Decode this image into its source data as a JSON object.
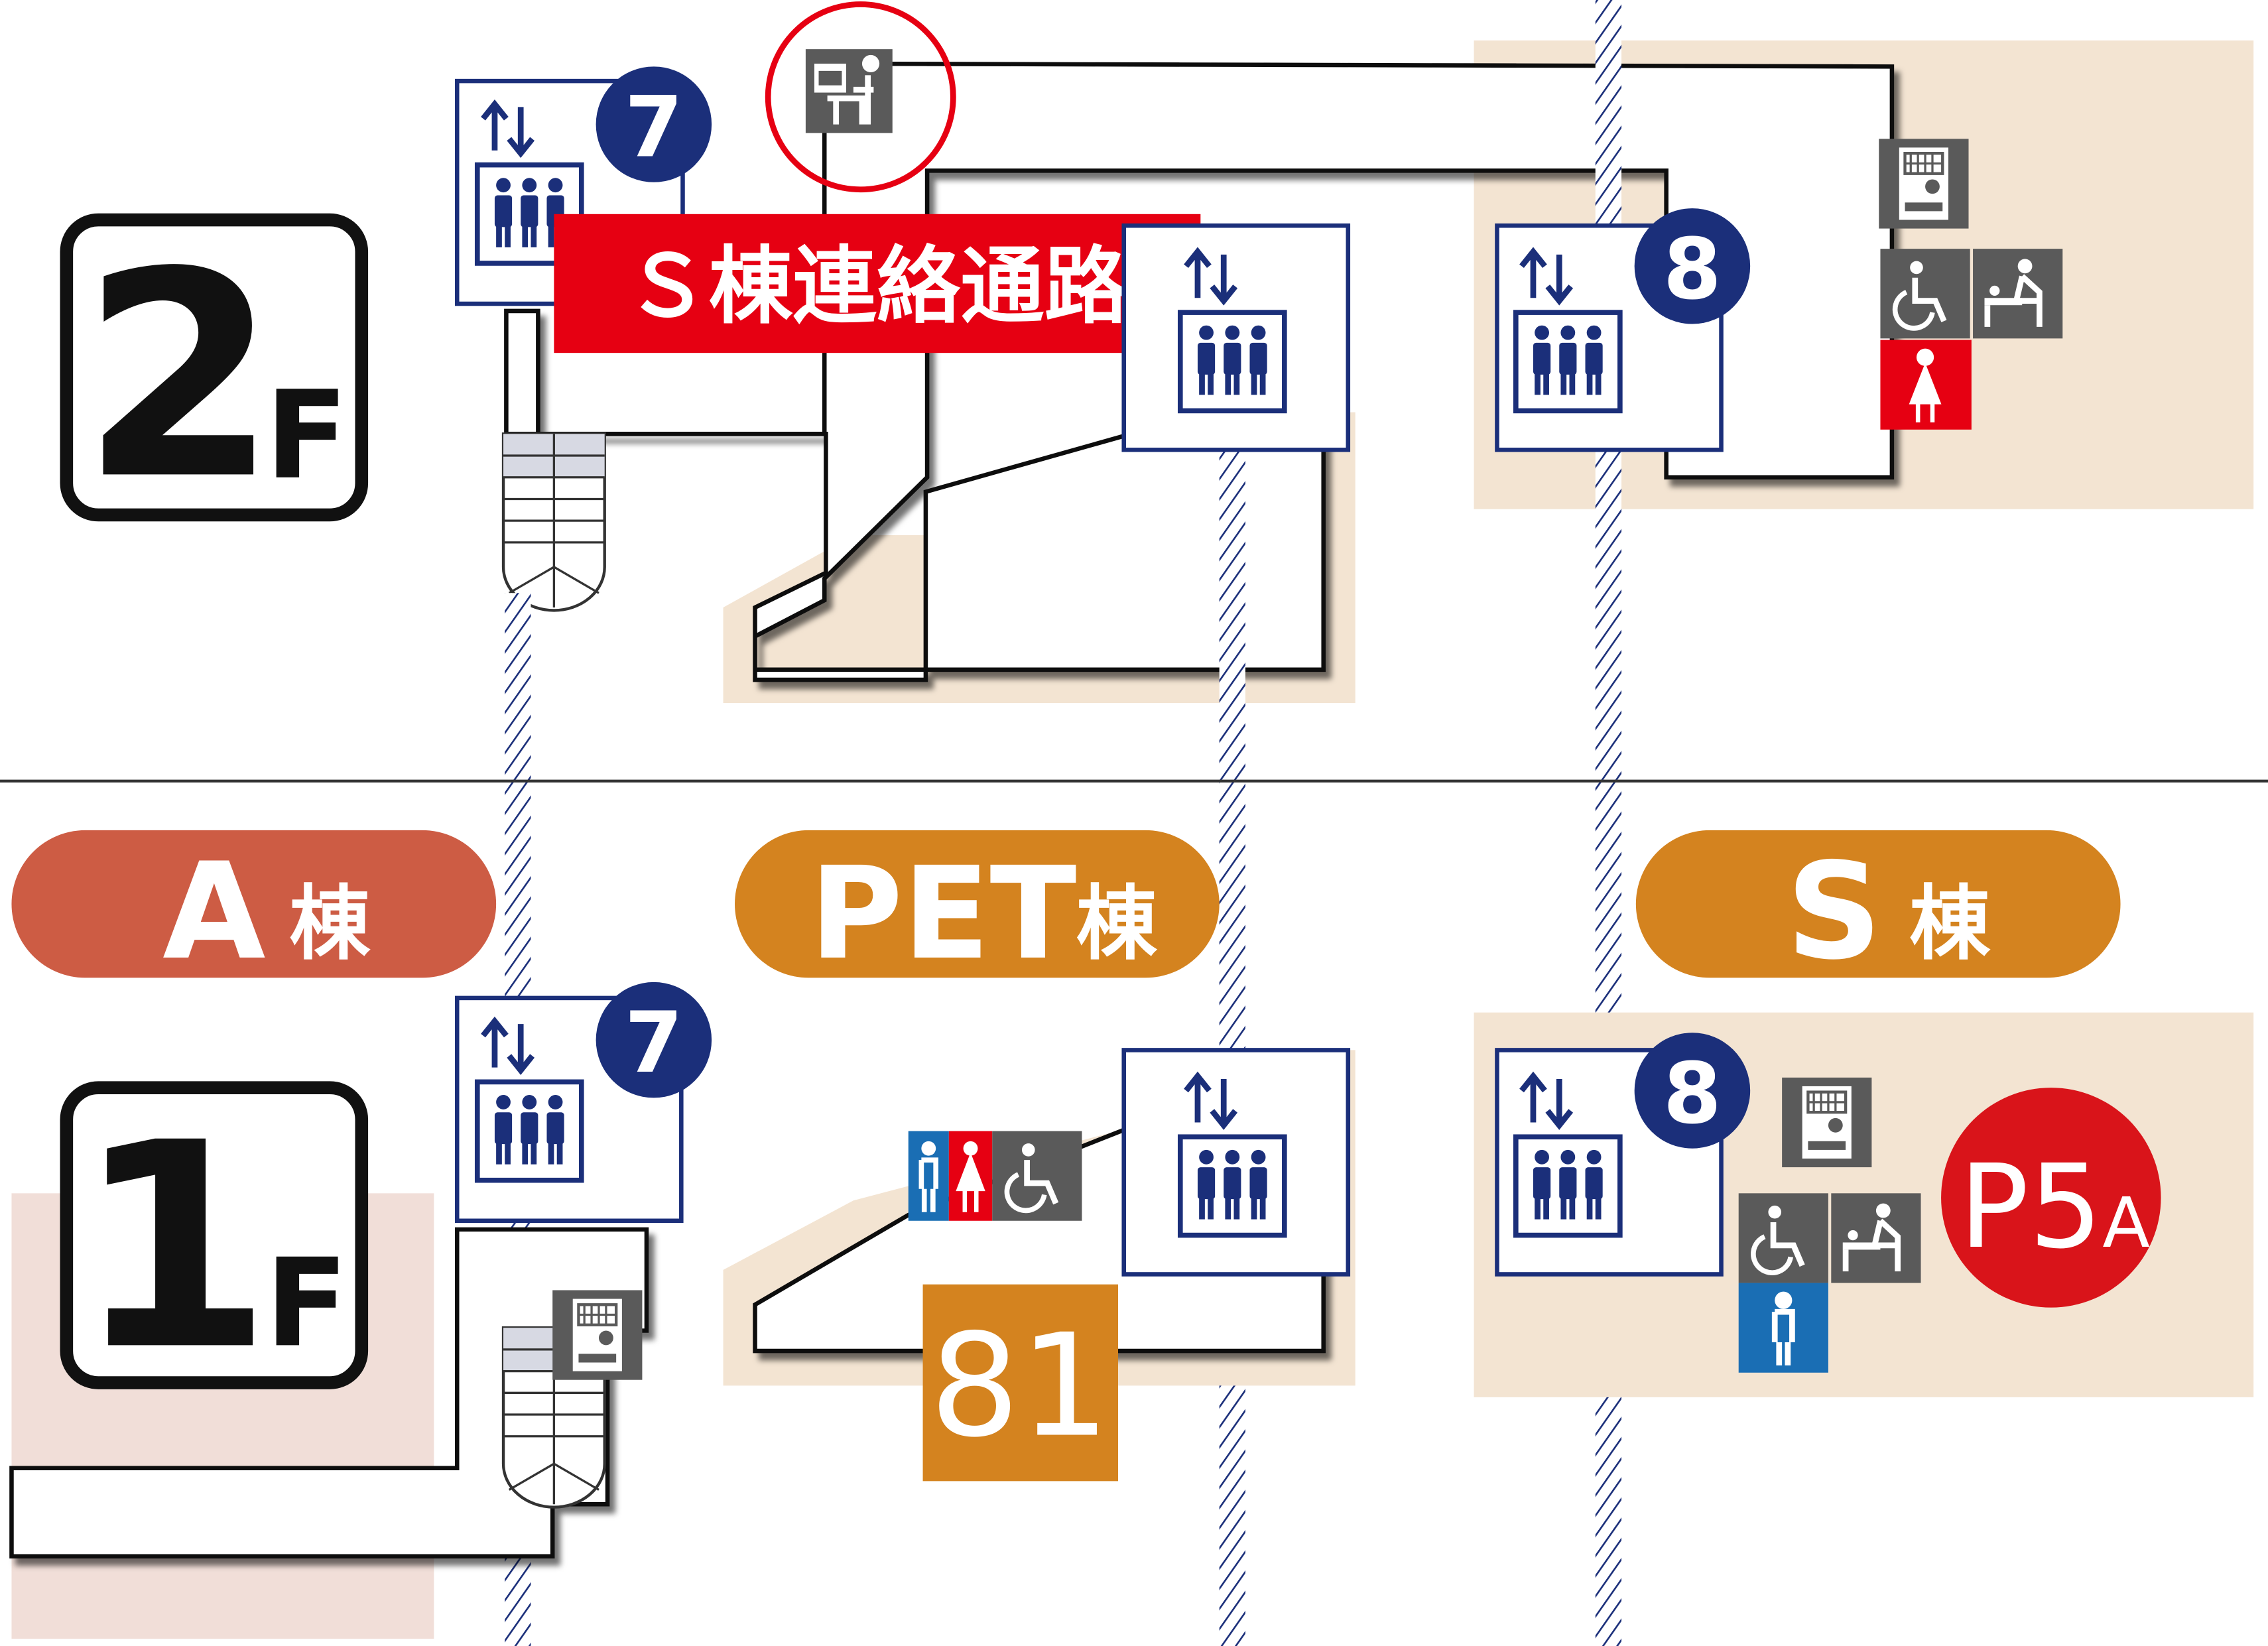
{
  "floors": {
    "second": {
      "number": "2",
      "suffix": "F"
    },
    "first": {
      "number": "1",
      "suffix": "F"
    }
  },
  "buildings": {
    "a": {
      "name": "A",
      "suffix": "棟",
      "color": "#cd5c44"
    },
    "pet": {
      "name": "PET",
      "suffix": "棟",
      "color": "#d4831f"
    },
    "s": {
      "name": "S",
      "suffix": "棟",
      "color": "#d4831f"
    }
  },
  "corridor_label": "Ｓ棟連絡通路",
  "elevator_numbers": {
    "e7": "7",
    "e8": "8"
  },
  "room_number": "81",
  "parking": {
    "label": "P5",
    "sub": "A"
  },
  "icons": [
    "elevator-icon",
    "reception-icon",
    "vending-machine-icon",
    "wheelchair-icon",
    "baby-changing-icon",
    "womens-restroom-icon",
    "mens-restroom-icon",
    "stairs-icon"
  ],
  "colors": {
    "navy": "#1b2f7a",
    "accent_red": "#e60012",
    "floor_beige": "#f3e4d2",
    "a_zone_pink": "#f1ded8",
    "icon_gray": "#5a5a5a",
    "restroom_blue": "#1a6eb4",
    "parking_red": "#d9141a",
    "room_orange": "#d4831f"
  }
}
